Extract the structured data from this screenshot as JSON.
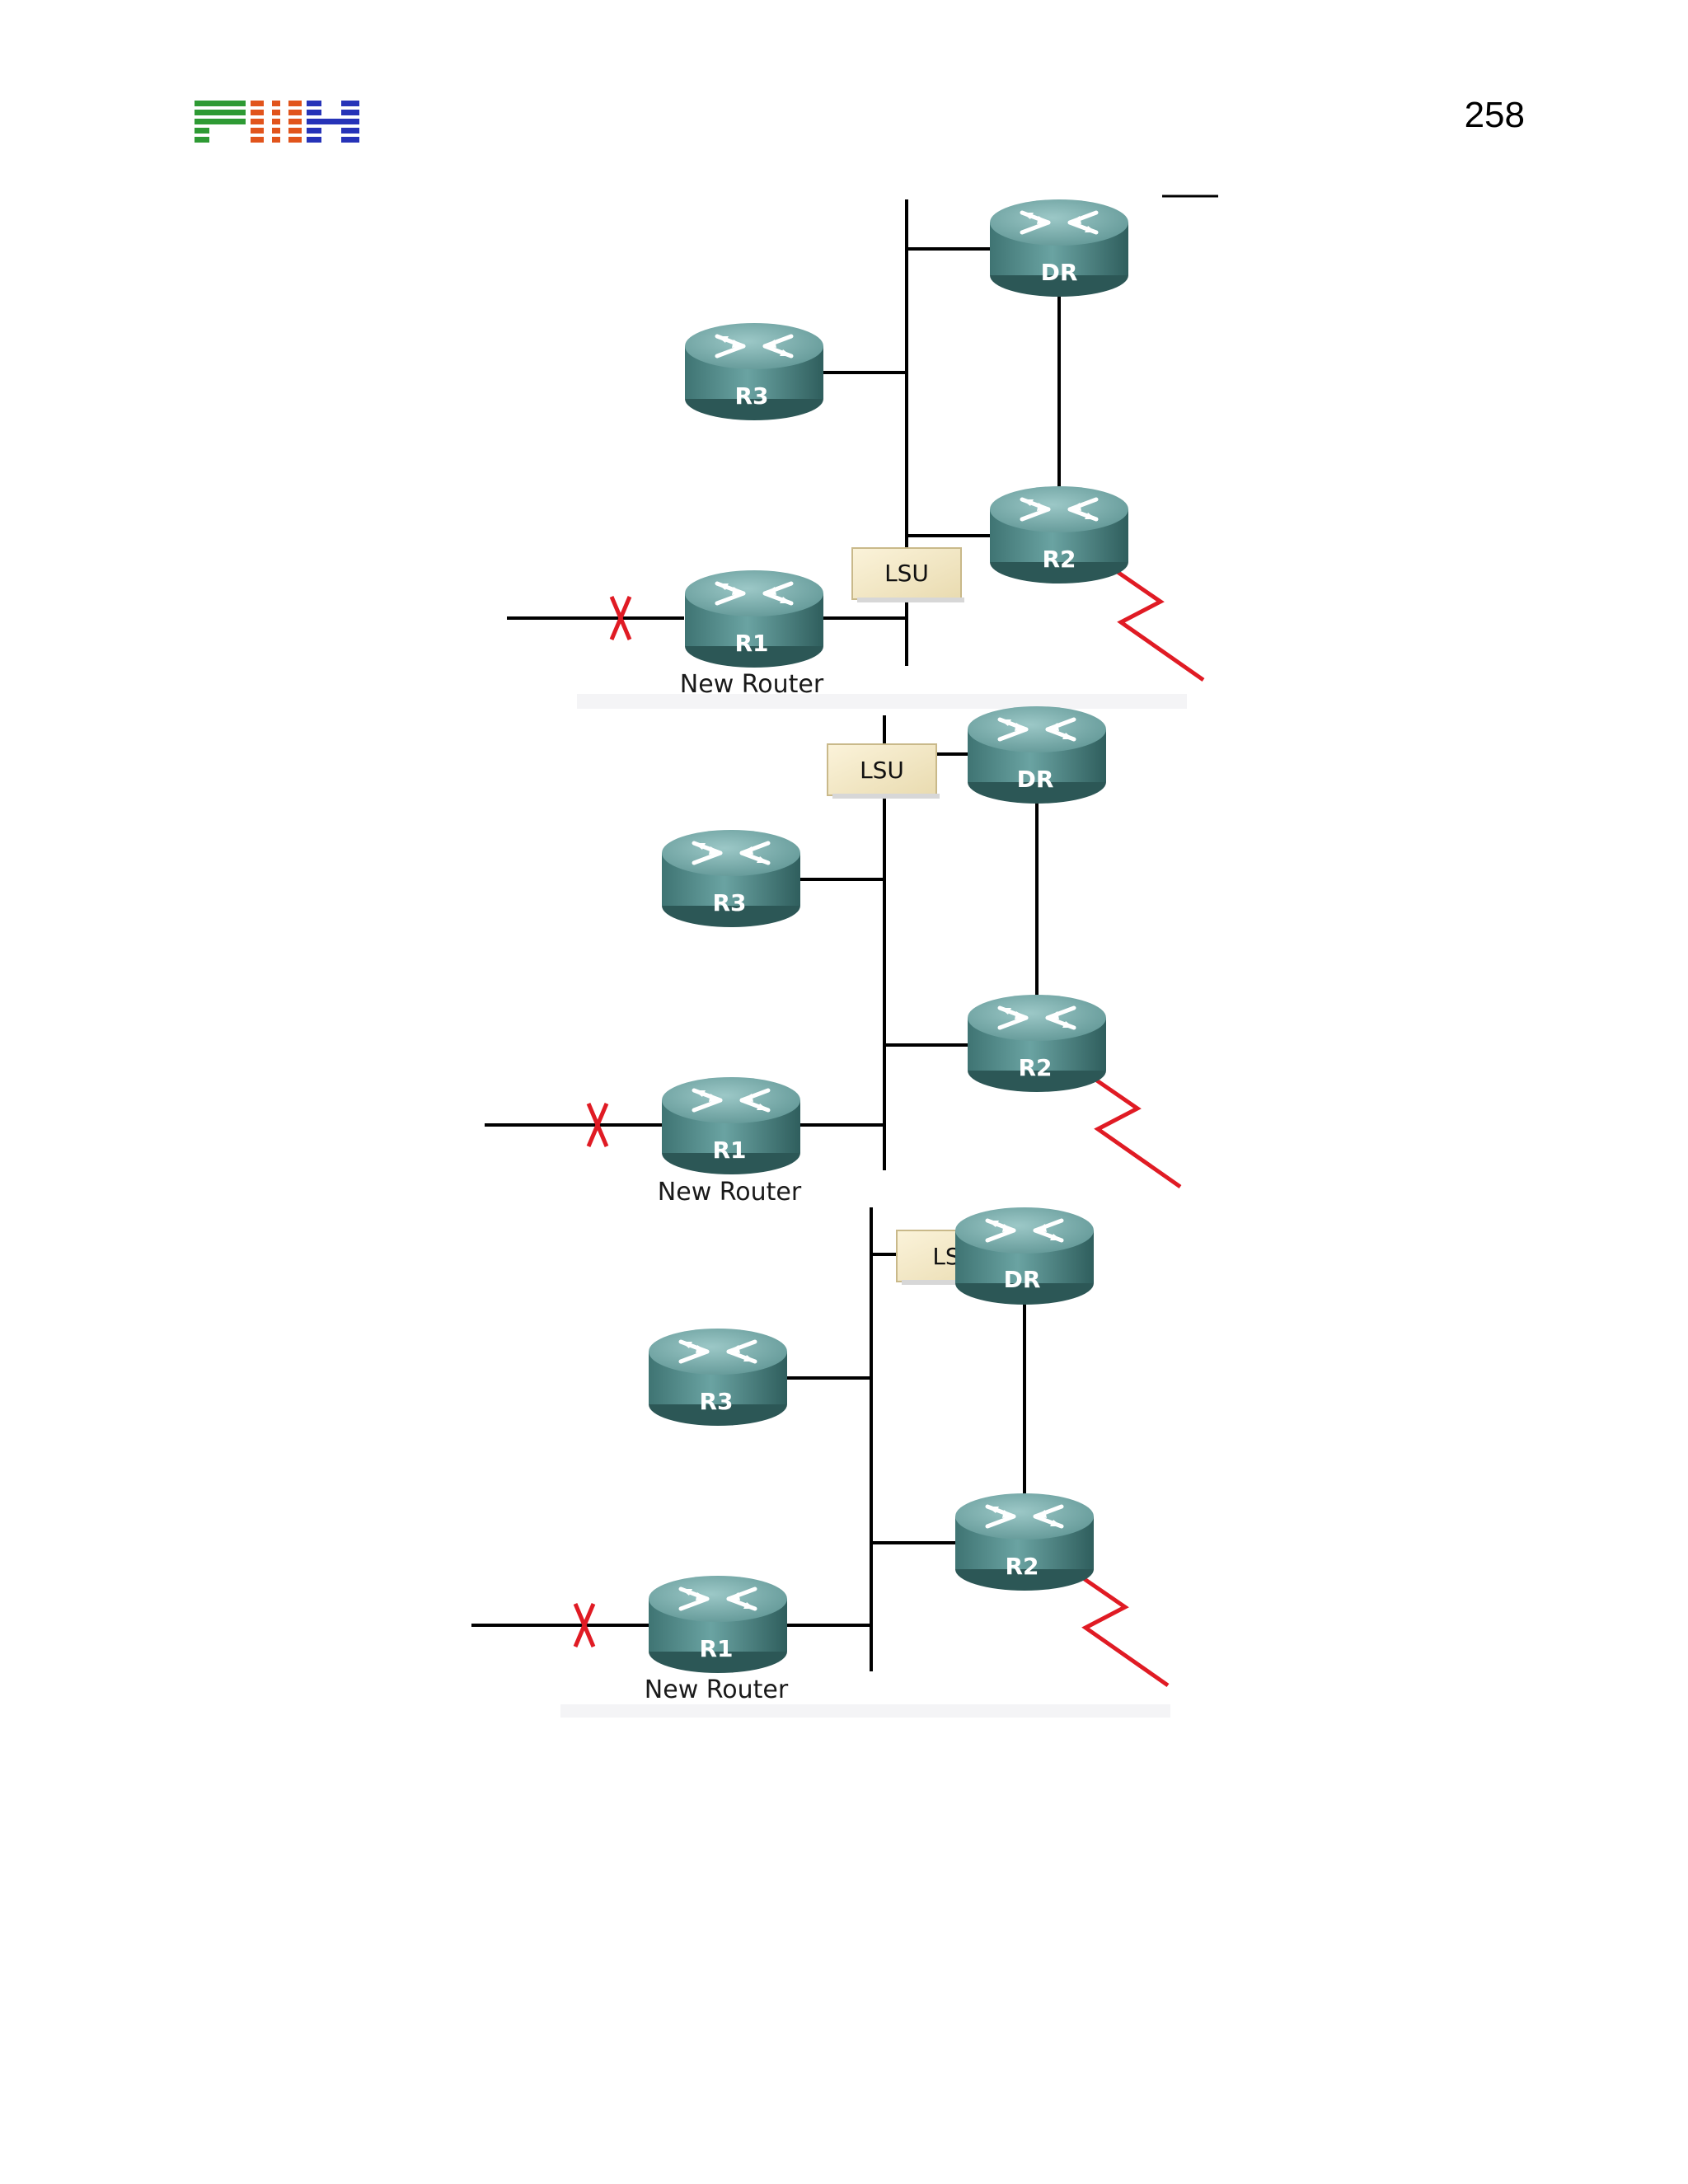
{
  "page": {
    "number": "258"
  },
  "logo": {
    "text": "PNH"
  },
  "colors": {
    "router_body": "#4f8786",
    "router_top": "#7fb1b0",
    "link": "#000000",
    "failed_link": "#e01b24",
    "envelope": "#f1e6c3"
  },
  "panels": [
    {
      "routers": {
        "dr": "DR",
        "r2": "R2",
        "r3": "R3",
        "r1": "R1"
      },
      "new_router_caption": "New Router",
      "lsu_label": "LSU"
    },
    {
      "routers": {
        "dr": "DR",
        "r2": "R2",
        "r3": "R3",
        "r1": "R1"
      },
      "new_router_caption": "New Router",
      "lsu_label": "LSU"
    },
    {
      "routers": {
        "dr": "DR",
        "r2": "R2",
        "r3": "R3",
        "r1": "R1"
      },
      "new_router_caption": "New Router",
      "lsu_label": "LS"
    }
  ]
}
